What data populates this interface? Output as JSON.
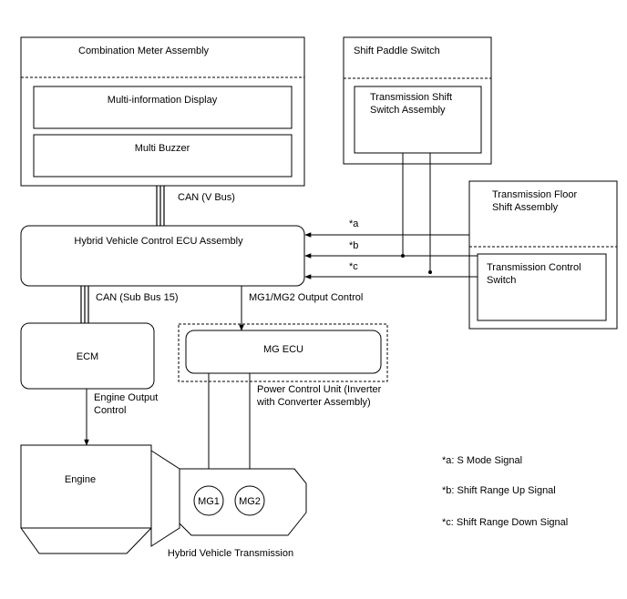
{
  "blocks": {
    "combination_meter": "Combination Meter Assembly",
    "multi_info_display": "Multi-information Display",
    "multi_buzzer": "Multi Buzzer",
    "shift_paddle_switch": "Shift Paddle Switch",
    "trans_shift_switch_line1": "Transmission Shift",
    "trans_shift_switch_line2": "Switch Assembly",
    "trans_floor_line1": "Transmission Floor",
    "trans_floor_line2": "Shift Assembly",
    "trans_control_switch_line1": "Transmission Control",
    "trans_control_switch_line2": "Switch",
    "hv_ecu": "Hybrid Vehicle Control ECU Assembly",
    "ecm": "ECM",
    "mg_ecu": "MG ECU",
    "pcu_line1": "Power Control Unit (Inverter",
    "pcu_line2": "with Converter Assembly)",
    "engine": "Engine",
    "mg1": "MG1",
    "mg2": "MG2",
    "hv_transmission": "Hybrid Vehicle Transmission"
  },
  "connections": {
    "can_v_bus": "CAN (V Bus)",
    "can_sub_bus": "CAN (Sub Bus 15)",
    "mg_output_control": "MG1/MG2 Output Control",
    "engine_output_line1": "Engine Output",
    "engine_output_line2": "Control",
    "sig_a": "*a",
    "sig_b": "*b",
    "sig_c": "*c"
  },
  "legend": {
    "a": "*a: S Mode Signal",
    "b": "*b: Shift Range Up Signal",
    "c": "*c: Shift Range Down Signal"
  }
}
